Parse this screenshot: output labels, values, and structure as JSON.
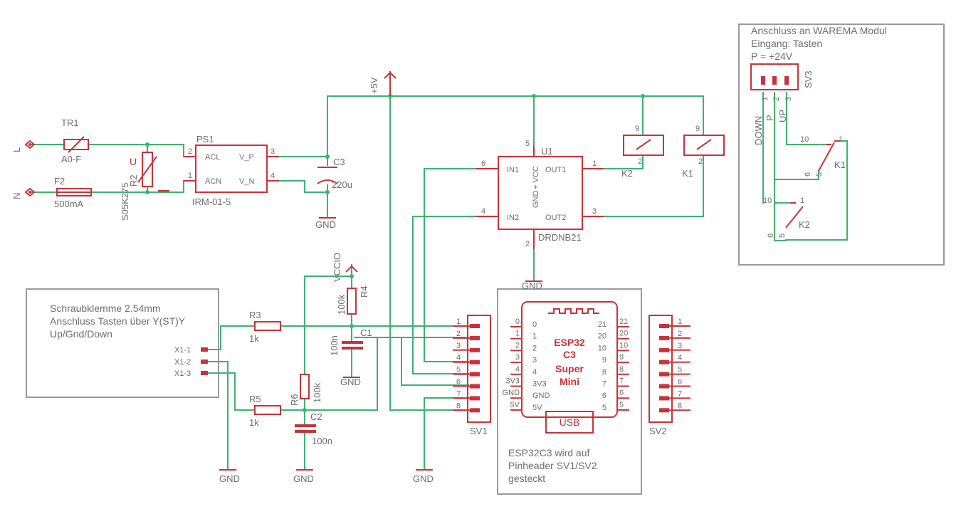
{
  "colors": {
    "wire": "#3cb371",
    "component": "#c8333b",
    "text": "#6e6e6e",
    "frame": "#9a9a9a"
  },
  "notes": {
    "warema": [
      "Anschluss an WAREMA Modul",
      "Eingang: Tasten",
      "P = +24V"
    ],
    "terminal": [
      "Schraubklemme 2.54mm",
      "Anschluss Tasten über Y(ST)Y",
      "Up/Gnd/Down"
    ],
    "esp": [
      "ESP32C3 wird auf",
      "Pinheader SV1/SV2",
      "gesteckt"
    ]
  },
  "inputs": {
    "l": "L",
    "n": "N"
  },
  "parts": {
    "tr1": {
      "name": "TR1",
      "value": "A0-F"
    },
    "f2": {
      "name": "F2",
      "value": "500mA"
    },
    "r2": {
      "name": "R2",
      "value": "S05K275",
      "mark": "U"
    },
    "ps1": {
      "name": "PS1",
      "value": "IRM-01-5",
      "acl": "ACL",
      "acn": "ACN",
      "vp": "V_P",
      "vn": "V_N",
      "p1": "1",
      "p2": "2",
      "p3": "3",
      "p4": "4"
    },
    "c3": {
      "name": "C3",
      "value": "220u"
    },
    "u1": {
      "name": "U1",
      "value": "DRDNB21",
      "in1": "IN1",
      "in2": "IN2",
      "out1": "OUT1",
      "out2": "OUT2",
      "gnd": "GND",
      "vcc": "+ VCC",
      "p1": "1",
      "p2": "2",
      "p3": "3",
      "p4": "4",
      "p5": "5",
      "p6": "6"
    },
    "k1": {
      "name": "K1",
      "p9": "9",
      "p2": "2"
    },
    "k2": {
      "name": "K2",
      "p9": "9",
      "p2": "2"
    },
    "r3": {
      "name": "R3",
      "value": "1k"
    },
    "r4": {
      "name": "R4",
      "value": "100k"
    },
    "r5": {
      "name": "R5",
      "value": "1k"
    },
    "r6": {
      "name": "R6",
      "value": "100k"
    },
    "c1": {
      "name": "C1",
      "value": "100n"
    },
    "c2": {
      "name": "C2",
      "value": "100n"
    },
    "sv1": {
      "name": "SV1",
      "pins": [
        "1",
        "2",
        "3",
        "4",
        "5",
        "6",
        "7",
        "8"
      ]
    },
    "sv2": {
      "name": "SV2",
      "pins": [
        "1",
        "2",
        "3",
        "4",
        "5",
        "6",
        "7",
        "8"
      ]
    },
    "sv3": {
      "name": "SV3",
      "pins": [
        "1",
        "2",
        "3"
      ],
      "labels": [
        "DOWN",
        "P",
        "UP"
      ]
    },
    "x1": {
      "pins": [
        "X1-1",
        "X1-2",
        "X1-3"
      ]
    },
    "k1sw": {
      "name": "K1",
      "p10": "10",
      "p1": "1",
      "p6": "6",
      "p5": "5"
    },
    "k2sw": {
      "name": "K2",
      "p10": "10",
      "p1": "1",
      "p6": "6",
      "p5": "5"
    }
  },
  "supplies": {
    "p5v": "+5V",
    "vccio": "VCCIO",
    "gnd": "GND"
  },
  "esp32": {
    "title": [
      "ESP32",
      "C3",
      "Super",
      "Mini"
    ],
    "usb": "USB",
    "left_outer": [
      "0",
      "1",
      "2",
      "3",
      "4",
      "3V3",
      "GND",
      "5V"
    ],
    "left_inner": [
      "0",
      "1",
      "2",
      "3",
      "4",
      "3V3",
      "GND",
      "5V"
    ],
    "right_inner": [
      "21",
      "20",
      "10",
      "9",
      "8",
      "7",
      "6",
      "5"
    ],
    "right_outer": [
      "21",
      "20",
      "10",
      "9",
      "8",
      "7",
      "6",
      "5"
    ]
  }
}
